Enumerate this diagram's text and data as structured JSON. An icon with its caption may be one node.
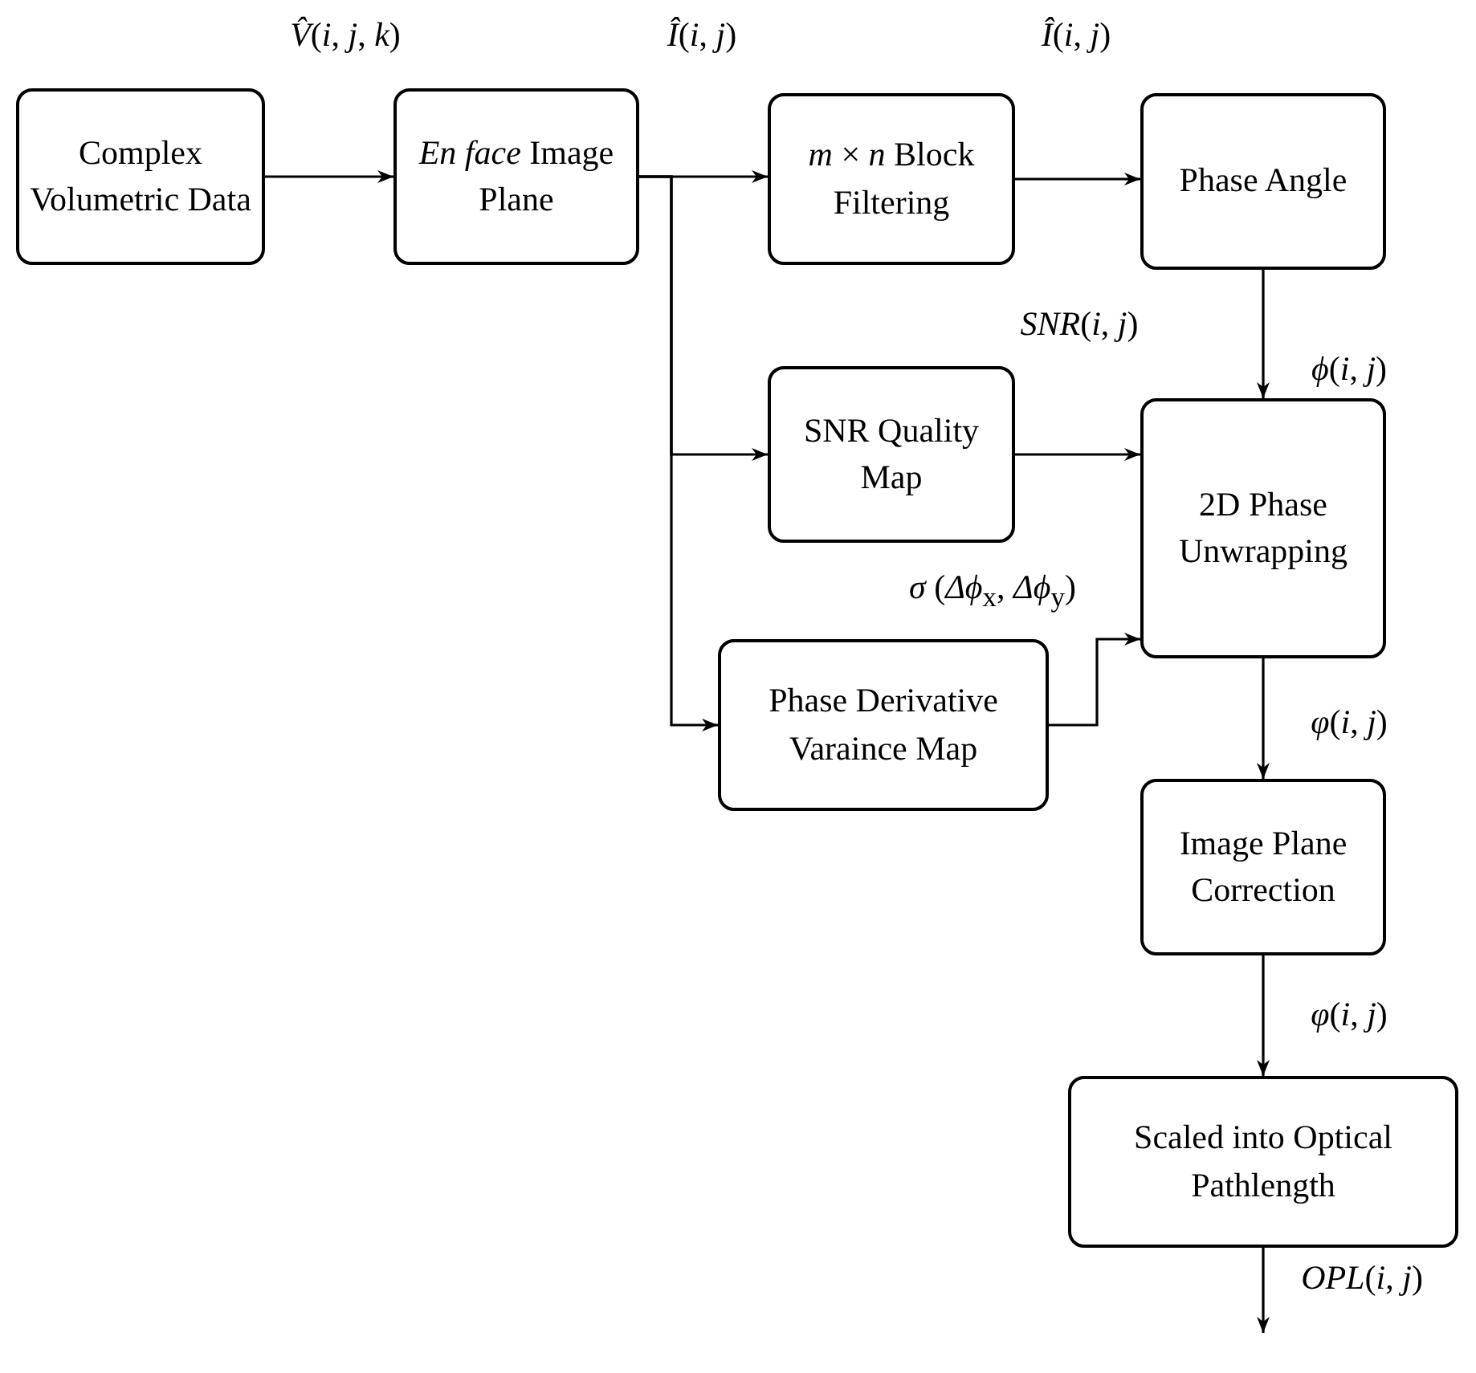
{
  "diagram": {
    "nodes": [
      {
        "text": [
          "Complex Volumetric Data"
        ]
      },
      {
        "text": [
          "*En face* Image Plane"
        ]
      },
      {
        "text": [
          "*m* × *n* Block Filtering"
        ]
      },
      {
        "text": [
          "Phase Angle"
        ]
      },
      {
        "text": [
          "SNR Quality Map"
        ]
      },
      {
        "text": [
          "2D Phase Unwrapping"
        ]
      },
      {
        "text": [
          "Phase Derivative Varaince Map"
        ]
      },
      {
        "text": [
          "Image Plane Correction"
        ]
      },
      {
        "text": [
          "Scaled into Optical Pathlength"
        ]
      }
    ],
    "edges": [
      {
        "from": 0,
        "to": 1,
        "arrow": "to",
        "label": "*V̂*(*i*, *j*, *k*)"
      },
      {
        "from": 1,
        "to": 2,
        "arrow": "to",
        "label": "*Î*(*i*, *j*)"
      },
      {
        "from": 2,
        "to": 3,
        "arrow": "to",
        "label": "*Î*(*i*, *j*)"
      },
      {
        "from": 1,
        "to": 4,
        "arrow": "to"
      },
      {
        "from": 1,
        "to": 6,
        "arrow": "to"
      },
      {
        "from": 3,
        "to": 5,
        "arrow": "to",
        "label": "*ϕ*(*i*, *j*)"
      },
      {
        "from": 4,
        "to": 5,
        "arrow": "to",
        "label": "*SNR*(*i*, *j*)"
      },
      {
        "from": 6,
        "to": 5,
        "arrow": "to",
        "label": "*σ* (*Δϕ*$_{x}$, *Δϕ*$_{y}$)"
      },
      {
        "from": 5,
        "to": 7,
        "arrow": "to",
        "label": "*φ*(*i*, *j*)"
      },
      {
        "from": 7,
        "to": 8,
        "arrow": "to",
        "label": "*φ*(*i*, *j*)"
      },
      {
        "from": 8,
        "to": null,
        "arrow": "to",
        "label": "*OPL*(*i*, *j*)"
      }
    ]
  }
}
